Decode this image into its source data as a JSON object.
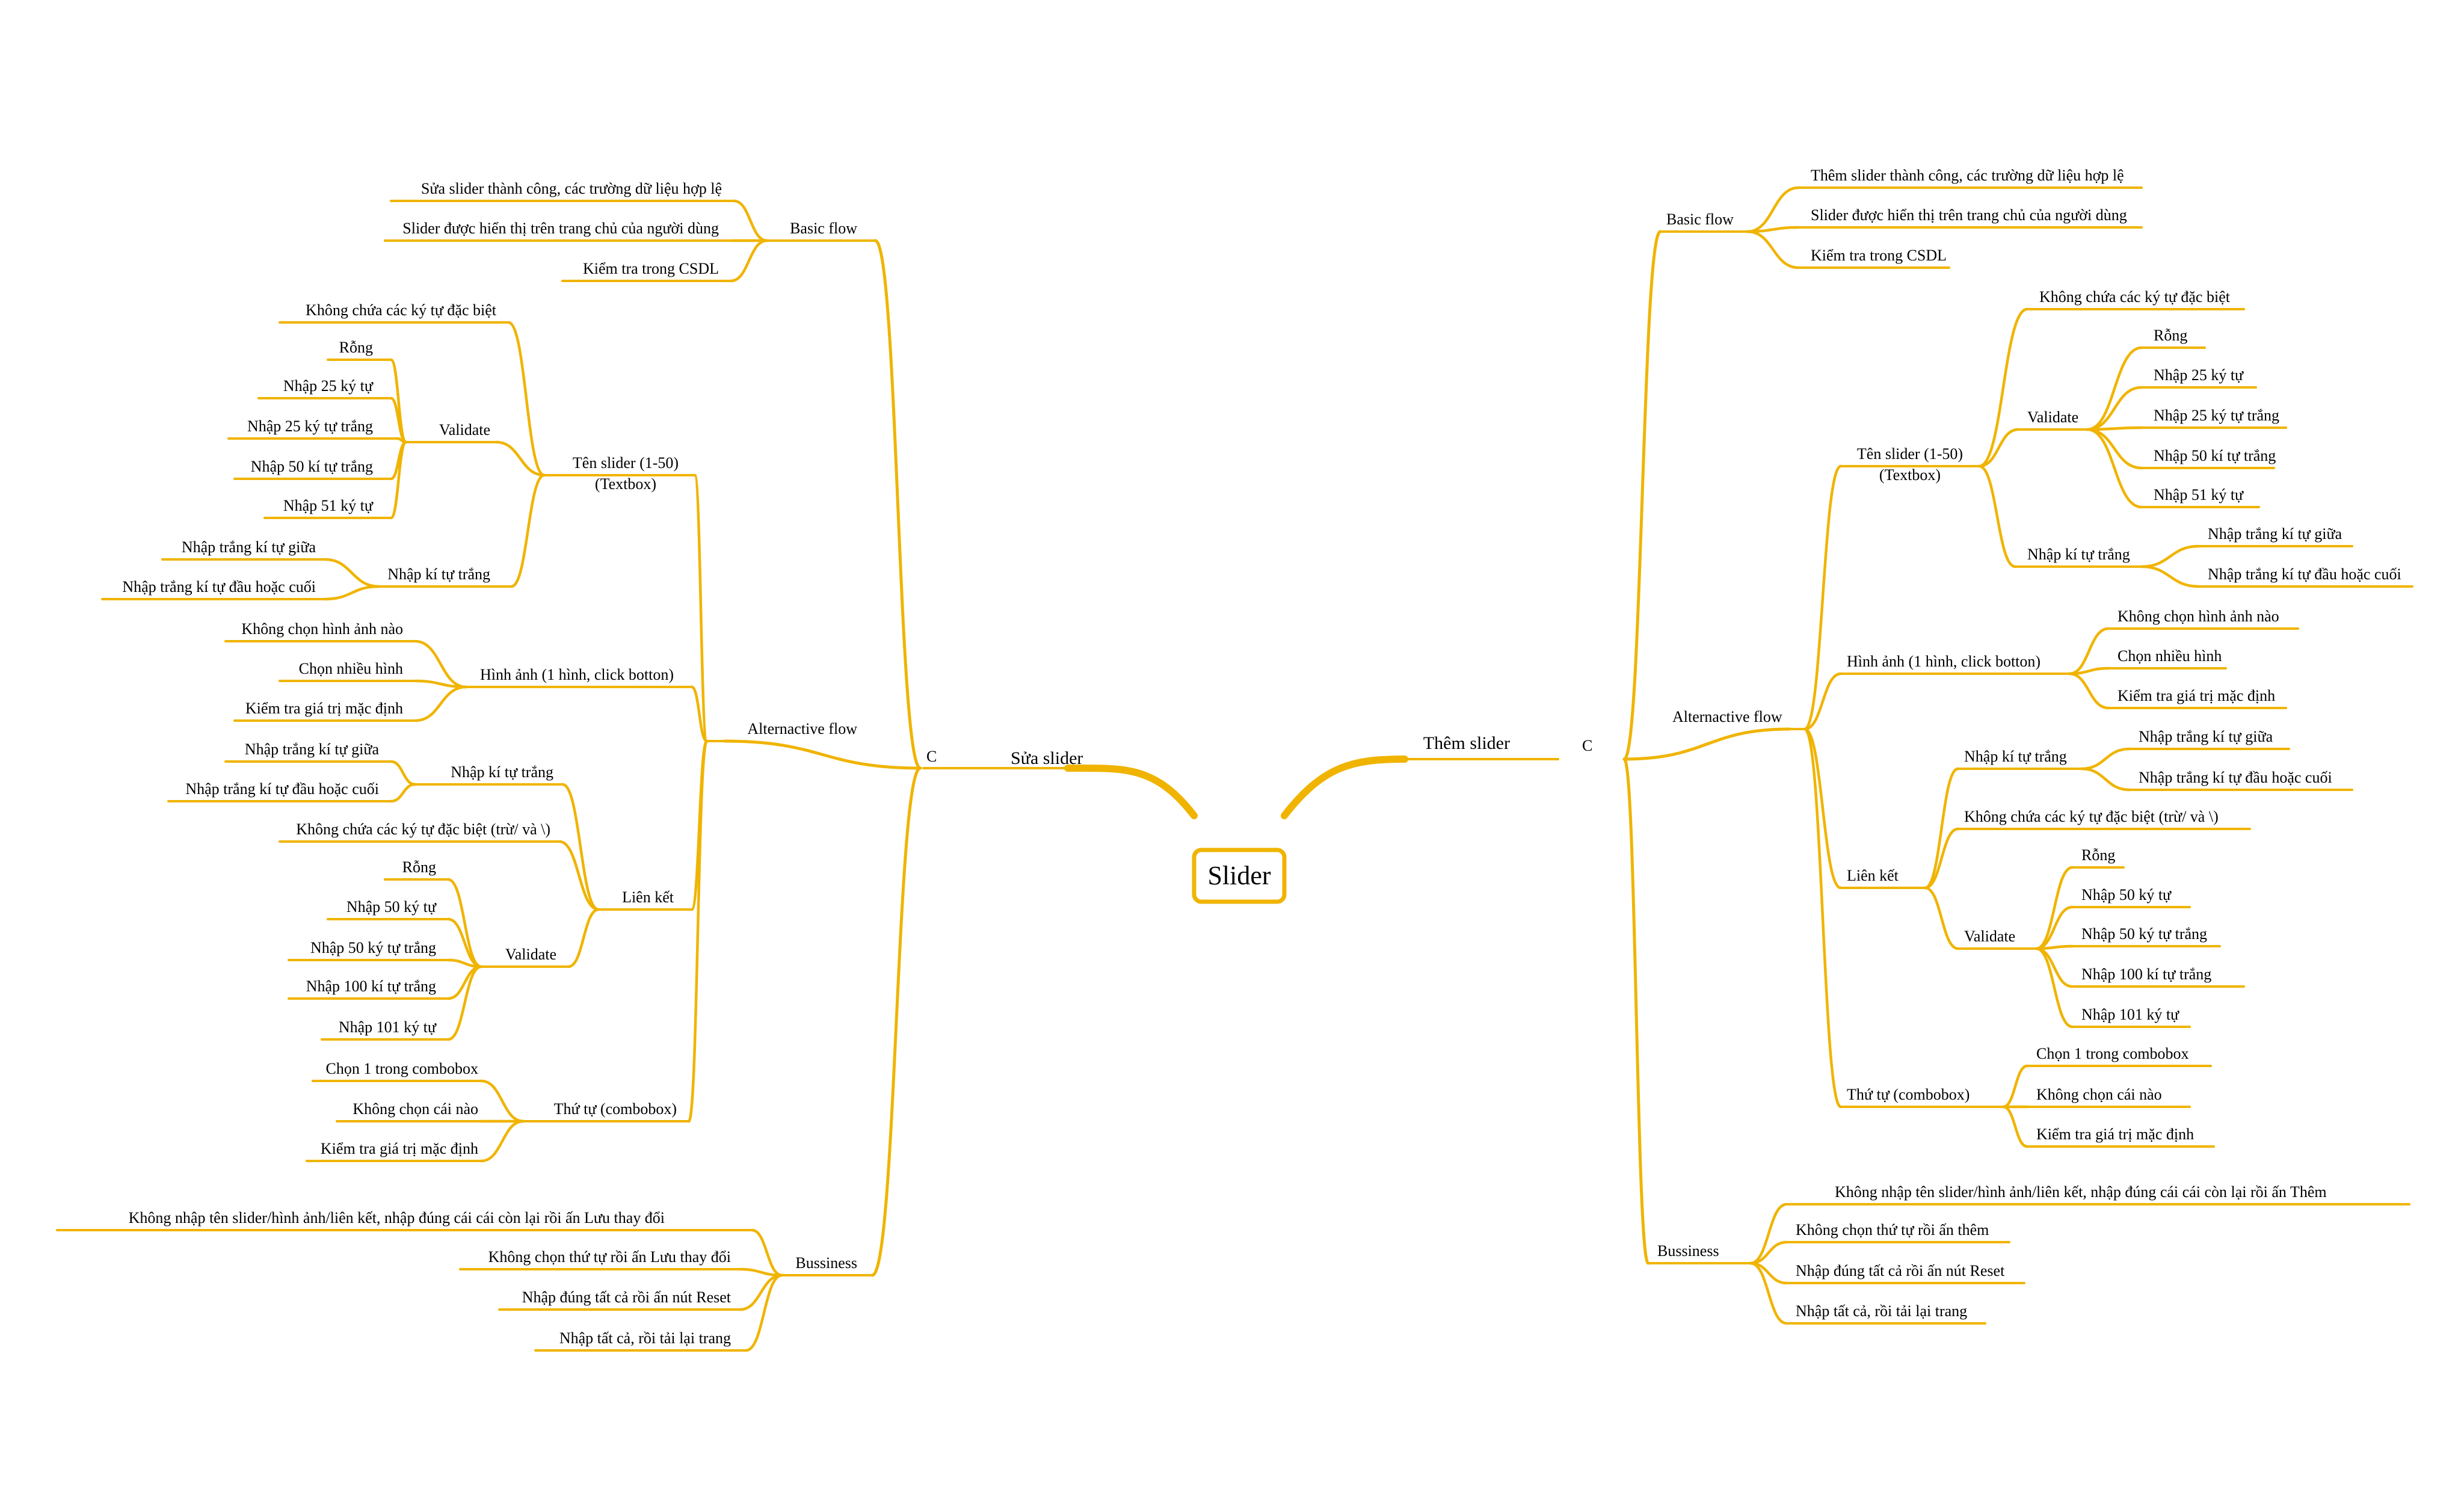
{
  "root": "Slider",
  "colors": {
    "branch": "#f0b400",
    "text": "#000000",
    "background": "#ffffff"
  },
  "left": {
    "label": "Sửa slider",
    "marker": "C",
    "groups": [
      {
        "label": "Basic flow",
        "children": [
          {
            "label": "Sửa slider  thành công, các trường dữ liệu hợp lệ"
          },
          {
            "label": "Slider được hiển thị trên trang chủ của người dùng"
          },
          {
            "label": "Kiểm tra trong CSDL"
          }
        ]
      },
      {
        "label": "Alternactive flow",
        "children": [
          {
            "label": "Tên slider (1-50)\n(Textbox)",
            "children": [
              {
                "label": "Không chứa các ký  tự đặc biệt"
              },
              {
                "label": "Validate",
                "children": [
                  {
                    "label": "Rỗng"
                  },
                  {
                    "label": "Nhập 25 ký  tự"
                  },
                  {
                    "label": "Nhập 25 ký  tự trắng"
                  },
                  {
                    "label": "Nhập 50 kí tự trắng"
                  },
                  {
                    "label": "Nhập 51 ký  tự"
                  }
                ]
              },
              {
                "label": "Nhập kí tự trắng",
                "children": [
                  {
                    "label": "Nhập trắng kí tự giữa"
                  },
                  {
                    "label": "Nhập trắng kí tự đầu hoặc cuối"
                  }
                ]
              }
            ]
          },
          {
            "label": "Hình ảnh (1 hình, click botton)",
            "children": [
              {
                "label": "Không chọn hình ảnh nào"
              },
              {
                "label": "Chọn nhiều hình"
              },
              {
                "label": "Kiểm tra giá trị mặc định"
              }
            ]
          },
          {
            "label": "Liên kết",
            "children": [
              {
                "label": "Nhập kí tự trắng",
                "children": [
                  {
                    "label": "Nhập trắng kí tự giữa"
                  },
                  {
                    "label": "Nhập trắng kí tự đầu hoặc cuối"
                  }
                ]
              },
              {
                "label": "Không chứa các ký  tự đặc biệt (trừ/ và \\)"
              },
              {
                "label": "Validate",
                "children": [
                  {
                    "label": "Rỗng"
                  },
                  {
                    "label": "Nhập 50 ký  tự"
                  },
                  {
                    "label": "Nhập 50 ký  tự trắng"
                  },
                  {
                    "label": "Nhập 100 kí tự trắng"
                  },
                  {
                    "label": "Nhập 101 ký  tự"
                  }
                ]
              }
            ]
          },
          {
            "label": "Thứ tự (combobox)",
            "children": [
              {
                "label": "Chọn 1 trong combobox"
              },
              {
                "label": "Không chọn cái nào"
              },
              {
                "label": "Kiểm tra giá trị mặc định"
              }
            ]
          }
        ]
      },
      {
        "label": "Bussiness",
        "children": [
          {
            "label": "Không nhập tên slider/hình ảnh/liên kết, nhập đúng cái cái còn lại rồi ấn Lưu thay đổi"
          },
          {
            "label": "Không chọn thứ tự rồi ấn Lưu thay  đổi"
          },
          {
            "label": "Nhập đúng tất cả rồi ấn nút Reset"
          },
          {
            "label": "Nhập tất cả, rồi tải lại trang"
          }
        ]
      }
    ]
  },
  "right": {
    "label": "Thêm slider",
    "marker": "C",
    "groups": [
      {
        "label": "Basic flow",
        "children": [
          {
            "label": "Thêm slider  thành công, các trường dữ liệu hợp lệ"
          },
          {
            "label": "Slider được hiển thị trên trang chủ của người dùng"
          },
          {
            "label": "Kiểm tra trong CSDL"
          }
        ]
      },
      {
        "label": "Alternactive flow",
        "children": [
          {
            "label": "Tên slider (1-50)\n(Textbox)",
            "children": [
              {
                "label": "Không chứa các ký  tự đặc biệt"
              },
              {
                "label": "Validate",
                "children": [
                  {
                    "label": "Rỗng"
                  },
                  {
                    "label": "Nhập 25 ký  tự"
                  },
                  {
                    "label": "Nhập 25 ký  tự trắng"
                  },
                  {
                    "label": "Nhập 50 kí tự trắng"
                  },
                  {
                    "label": "Nhập 51 ký  tự"
                  }
                ]
              },
              {
                "label": "Nhập kí tự trắng",
                "children": [
                  {
                    "label": "Nhập trắng kí tự giữa"
                  },
                  {
                    "label": "Nhập trắng kí tự đầu hoặc cuối"
                  }
                ]
              }
            ]
          },
          {
            "label": "Hình ảnh (1 hình, click botton)",
            "children": [
              {
                "label": "Không chọn hình ảnh nào"
              },
              {
                "label": "Chọn nhiều hình"
              },
              {
                "label": "Kiểm tra giá trị mặc định"
              }
            ]
          },
          {
            "label": "Liên kết",
            "children": [
              {
                "label": "Nhập kí tự trắng",
                "children": [
                  {
                    "label": "Nhập trắng kí tự giữa"
                  },
                  {
                    "label": "Nhập trắng kí tự đầu hoặc cuối"
                  }
                ]
              },
              {
                "label": "Không chứa các ký  tự đặc biệt (trừ/ và \\)"
              },
              {
                "label": "Validate",
                "children": [
                  {
                    "label": "Rỗng"
                  },
                  {
                    "label": "Nhập 50 ký  tự"
                  },
                  {
                    "label": "Nhập 50 ký  tự trắng"
                  },
                  {
                    "label": "Nhập 100 kí tự trắng"
                  },
                  {
                    "label": "Nhập 101 ký  tự"
                  }
                ]
              }
            ]
          },
          {
            "label": "Thứ tự (combobox)",
            "children": [
              {
                "label": "Chọn 1 trong combobox"
              },
              {
                "label": "Không chọn cái nào"
              },
              {
                "label": "Kiểm tra giá trị mặc định"
              }
            ]
          }
        ]
      },
      {
        "label": "Bussiness",
        "children": [
          {
            "label": "Không nhập tên slider/hình ảnh/liên kết, nhập đúng cái cái còn lại rồi ấn Thêm"
          },
          {
            "label": "Không chọn thứ tự rồi ấn thêm"
          },
          {
            "label": "Nhập đúng tất cả rồi ấn nút Reset"
          },
          {
            "label": "Nhập tất cả, rồi tải lại trang"
          }
        ]
      }
    ]
  }
}
